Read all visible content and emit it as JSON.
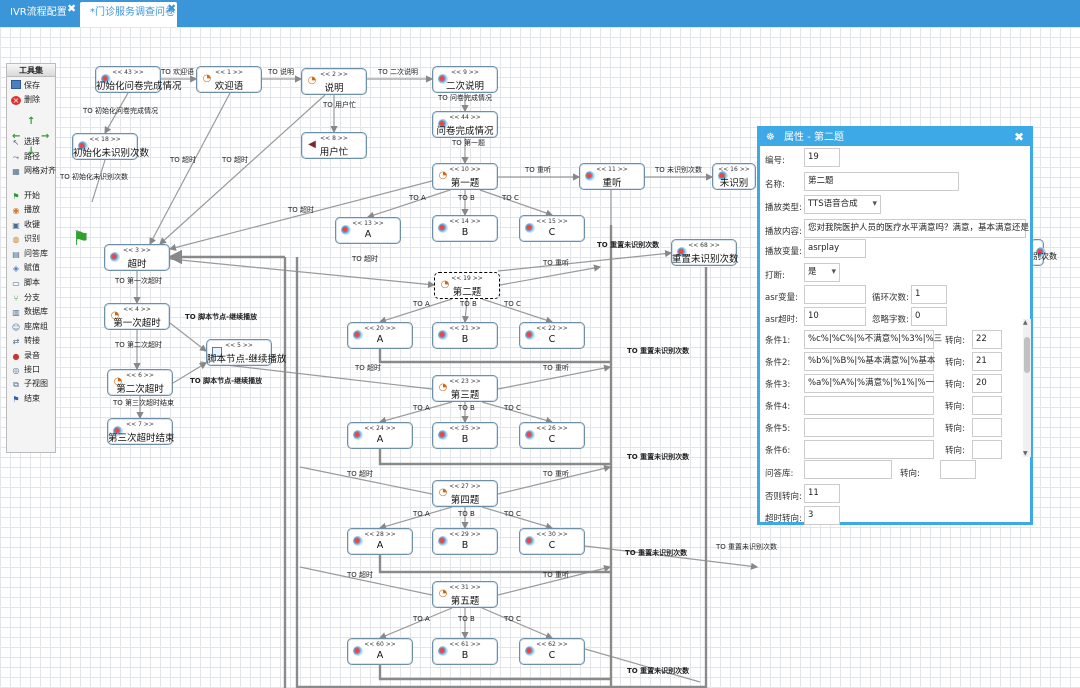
{
  "tabs": [
    {
      "label": "IVR流程配置",
      "close": "✖"
    },
    {
      "label": "*门诊服务调查问卷",
      "close": "✖"
    }
  ],
  "toolbox": {
    "title": "工具集",
    "actions": [
      {
        "label": "保存",
        "icon": "save-icon"
      },
      {
        "label": "删除",
        "icon": "delete-icon"
      }
    ],
    "arrows": [
      "↑",
      "←",
      "→",
      "↓"
    ],
    "tools": [
      {
        "label": "选择",
        "icon": "select-icon"
      },
      {
        "label": "路径",
        "icon": "path-icon"
      },
      {
        "label": "网格对齐",
        "icon": "grid-icon"
      },
      {
        "label": "开始",
        "icon": "start-flag-icon"
      },
      {
        "label": "播放",
        "icon": "play-icon"
      },
      {
        "label": "收键",
        "icon": "key-icon"
      },
      {
        "label": "识别",
        "icon": "recognize-icon"
      },
      {
        "label": "问答库",
        "icon": "qa-icon"
      },
      {
        "label": "赋值",
        "icon": "assign-icon"
      },
      {
        "label": "脚本",
        "icon": "script-icon"
      },
      {
        "label": "分支",
        "icon": "branch-icon"
      },
      {
        "label": "数据库",
        "icon": "database-icon"
      },
      {
        "label": "座席组",
        "icon": "agent-group-icon"
      },
      {
        "label": "转接",
        "icon": "transfer-icon"
      },
      {
        "label": "录音",
        "icon": "record-icon"
      },
      {
        "label": "接口",
        "icon": "interface-icon"
      },
      {
        "label": "子视图",
        "icon": "subview-icon"
      },
      {
        "label": "结束",
        "icon": "end-flag-icon"
      }
    ]
  },
  "nodes": [
    {
      "id": "<< 43 >>",
      "name": "初始化问卷完成情况"
    },
    {
      "id": "<< 1 >>",
      "name": "欢迎语"
    },
    {
      "id": "<< 2 >>",
      "name": "说明"
    },
    {
      "id": "<< 9 >>",
      "name": "二次说明"
    },
    {
      "id": "<< 8 >>",
      "name": "用户忙"
    },
    {
      "id": "<< 44 >>",
      "name": "问卷完成情况"
    },
    {
      "id": "<< 18 >>",
      "name": "初始化未识别次数"
    },
    {
      "id": "<< 10 >>",
      "name": "第一题"
    },
    {
      "id": "<< 11 >>",
      "name": "重听"
    },
    {
      "id": "<< 16 >>",
      "name": "未识别"
    },
    {
      "id": "<< 13 >>",
      "name": "A"
    },
    {
      "id": "<< 14 >>",
      "name": "B"
    },
    {
      "id": "<< 15 >>",
      "name": "C"
    },
    {
      "id": "<< 3 >>",
      "name": "超时"
    },
    {
      "id": "<< 68 >>",
      "name": "重置未识别次数"
    },
    {
      "id": "",
      "name": "别次数"
    },
    {
      "id": "<< 19 >>",
      "name": "第二题"
    },
    {
      "id": "<< 4 >>",
      "name": "第一次超时"
    },
    {
      "id": "<< 20 >>",
      "name": "A"
    },
    {
      "id": "<< 21 >>",
      "name": "B"
    },
    {
      "id": "<< 22 >>",
      "name": "C"
    },
    {
      "id": "<< 5 >>",
      "name": "脚本节点-继续播放"
    },
    {
      "id": "<< 6 >>",
      "name": "第二次超时"
    },
    {
      "id": "<< 23 >>",
      "name": "第三题"
    },
    {
      "id": "<< 7 >>",
      "name": "第三次超时结束"
    },
    {
      "id": "<< 24 >>",
      "name": "A"
    },
    {
      "id": "<< 25 >>",
      "name": "B"
    },
    {
      "id": "<< 26 >>",
      "name": "C"
    },
    {
      "id": "<< 27 >>",
      "name": "第四题"
    },
    {
      "id": "<< 28 >>",
      "name": "A"
    },
    {
      "id": "<< 29 >>",
      "name": "B"
    },
    {
      "id": "<< 30 >>",
      "name": "C"
    },
    {
      "id": "<< 31 >>",
      "name": "第五题"
    },
    {
      "id": "<< 60 >>",
      "name": "A"
    },
    {
      "id": "<< 61 >>",
      "name": "B"
    },
    {
      "id": "<< 62 >>",
      "name": "C"
    }
  ],
  "edge_labels": [
    "TO 欢迎语",
    "TO 说明",
    "TO 二次说明",
    "TO 问卷完成情况",
    "TO 用户忙",
    "TO 初始化问卷完成情况",
    "TO 初始化未识别次数",
    "TO 第一题",
    "TO 超时",
    "TO 超时",
    "TO 超时",
    "TO 重听",
    "TO 未识别次数",
    "TO A",
    "TO B",
    "TO C",
    "TO 重置未识别次数",
    "TO 超时",
    "TO 重听",
    "TO 第一次超时",
    "TO 脚本节点-继续播放",
    "TO A",
    "TO B",
    "TO C",
    "TO 第二次超时",
    "TO 重置未识别次数",
    "TO 超时",
    "TO 重听",
    "TO 脚本节点-继续播放",
    "TO 第三次超时结束",
    "TO A",
    "TO B",
    "TO C",
    "TO 重置未识别次数",
    "TO 超时",
    "TO 重听",
    "TO A",
    "TO B",
    "TO C",
    "TO 重置未识别次数",
    "TO 重置未识别次数",
    "TO 超时",
    "TO 重听",
    "TO A",
    "TO B",
    "TO C",
    "TO 重置未识别次数"
  ],
  "properties": {
    "title": "属性 - 第二题",
    "close": "✖",
    "number_label": "编号:",
    "number": "19",
    "name_label": "名称:",
    "name": "第二题",
    "playtype_label": "播放类型:",
    "playtype": "TTS语音合成",
    "content_label": "播放内容:",
    "content": "您对我院医护人员的医疗水平满意吗？满意，基本满意还是",
    "var_label": "播放变量:",
    "var": "asrplay",
    "interrupt_label": "打断:",
    "interrupt": "是",
    "asrvar_label": "asr变量:",
    "asrvar": "",
    "loop_label": "循环次数:",
    "loop": "1",
    "asrtimeout_label": "asr超时:",
    "asrtimeout": "10",
    "ignore_label": "忽略字数:",
    "ignore": "0",
    "turn_label": "转向:",
    "conditions": [
      {
        "label": "条件1:",
        "value": "%c%|%C%|%不满意%|%3%|%三",
        "goto": "22"
      },
      {
        "label": "条件2:",
        "value": "%b%|%B%|%基本满意%|%基本",
        "goto": "21"
      },
      {
        "label": "条件3:",
        "value": "%a%|%A%|%满意%|%1%|%一",
        "goto": "20"
      },
      {
        "label": "条件4:",
        "value": "",
        "goto": ""
      },
      {
        "label": "条件5:",
        "value": "",
        "goto": ""
      },
      {
        "label": "条件6:",
        "value": "",
        "goto": ""
      }
    ],
    "qa_label": "问答库:",
    "qa": "",
    "qa_goto": "",
    "else_label": "否则转向:",
    "else": "11",
    "timeout_label": "超时转向:",
    "timeout": "3"
  }
}
